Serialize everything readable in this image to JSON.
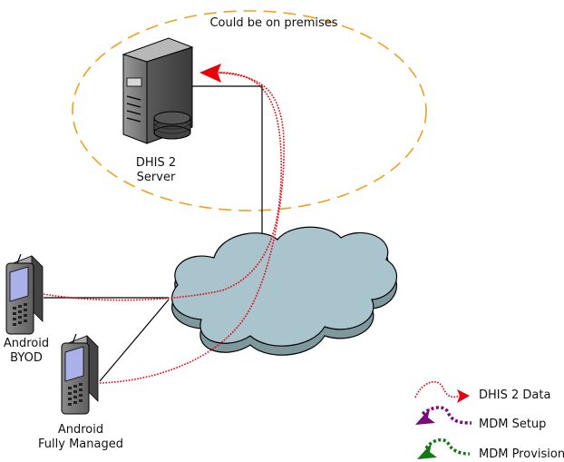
{
  "premises_label": "Could be on premises",
  "server": {
    "line1": "DHIS 2",
    "line2": "Server"
  },
  "devices": {
    "byod": {
      "line1": "Android",
      "line2": "BYOD"
    },
    "managed": {
      "line1": "Android",
      "line2": "Fully Managed"
    }
  },
  "legend": {
    "items": [
      {
        "label": "DHIS 2 Data",
        "color": "#e8000b"
      },
      {
        "label": "MDM Setup",
        "color": "#7b0a7b"
      },
      {
        "label": "MDM Provisioning",
        "color": "#137a13"
      }
    ]
  },
  "colors": {
    "cloud": "#a9c4cc",
    "premises_ring": "#f0a020",
    "data_flow": "#e8000b",
    "connection": "#000000"
  }
}
